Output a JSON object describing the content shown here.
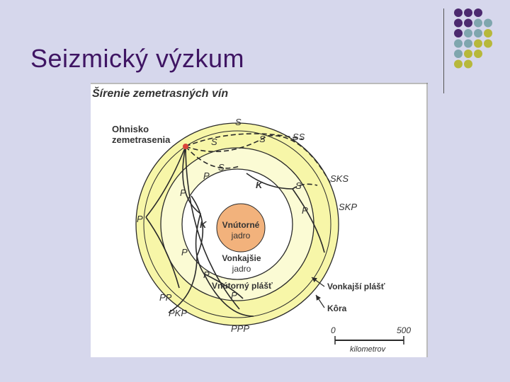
{
  "slide": {
    "title": "Seizmický výzkum"
  },
  "decoration": {
    "dot_colors": [
      "#4c2a6f",
      "#7fa6ae",
      "#b7b83b"
    ]
  },
  "figure": {
    "heading": "Šírenie zemetrasných vín",
    "focus_label_line1": "Ohnisko",
    "focus_label_line2": "zemetrasenia",
    "waves": {
      "s_top": "S",
      "s_mid1": "S",
      "s_mid2": "S",
      "s_inner": "S",
      "ss": "SS",
      "sks": "SKS",
      "skp": "SKP",
      "k_upper": "K",
      "s_right": "S",
      "p_right": "P",
      "p_small": "P",
      "p_left_upper": "P",
      "p_outer_left": "P",
      "k_left": "K",
      "p_left_lower": "P",
      "p_lower": "P",
      "pp": "PP",
      "pkp": "PKP",
      "p_bottom": "P",
      "ppp": "PPP"
    },
    "layers": {
      "inner_core_line1": "Vnútorné",
      "inner_core_line2": "jadro",
      "outer_core_line1": "Vonkajšie",
      "outer_core_line2": "jadro",
      "inner_mantle": "Vnútorný plášť",
      "outer_mantle": "Vonkajší plášť",
      "crust": "Kôra"
    },
    "scale": {
      "start": "0",
      "end": "500",
      "unit": "kilometrov"
    },
    "colors": {
      "outer_mantle": "#f7f6a8",
      "inner_mantle": "#fbfbd4",
      "outer_core": "#ffffff",
      "inner_core": "#f2b27c",
      "focus": "#d9443a",
      "line": "#2a2a2a",
      "label": "#333333"
    }
  }
}
